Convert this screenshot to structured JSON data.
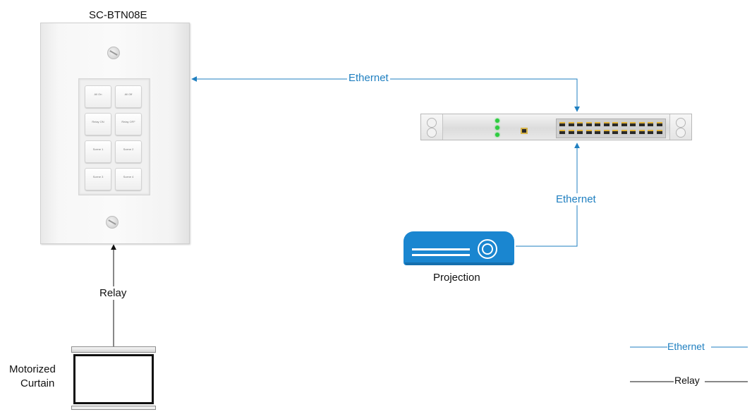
{
  "devices": {
    "keypad": {
      "title": "SC-BTN08E",
      "keys": [
        "All On",
        "All Off",
        "Relay ON",
        "Relay OFF",
        "Scene 1",
        "Scene 2",
        "Scene 3",
        "Scene 4"
      ]
    },
    "switch": {
      "name": ""
    },
    "projector": {
      "label": "Projection"
    },
    "curtain": {
      "label_line1": "Motorized",
      "label_line2": "Curtain"
    }
  },
  "connections": {
    "keypad_to_switch": "Ethernet",
    "projector_to_switch": "Ethernet",
    "curtain_to_keypad": "Relay"
  },
  "legend": {
    "ethernet": "Ethernet",
    "relay": "Relay"
  },
  "colors": {
    "ethernet": "#1f7fc0",
    "relay": "#111111",
    "projector": "#1a86d0"
  }
}
